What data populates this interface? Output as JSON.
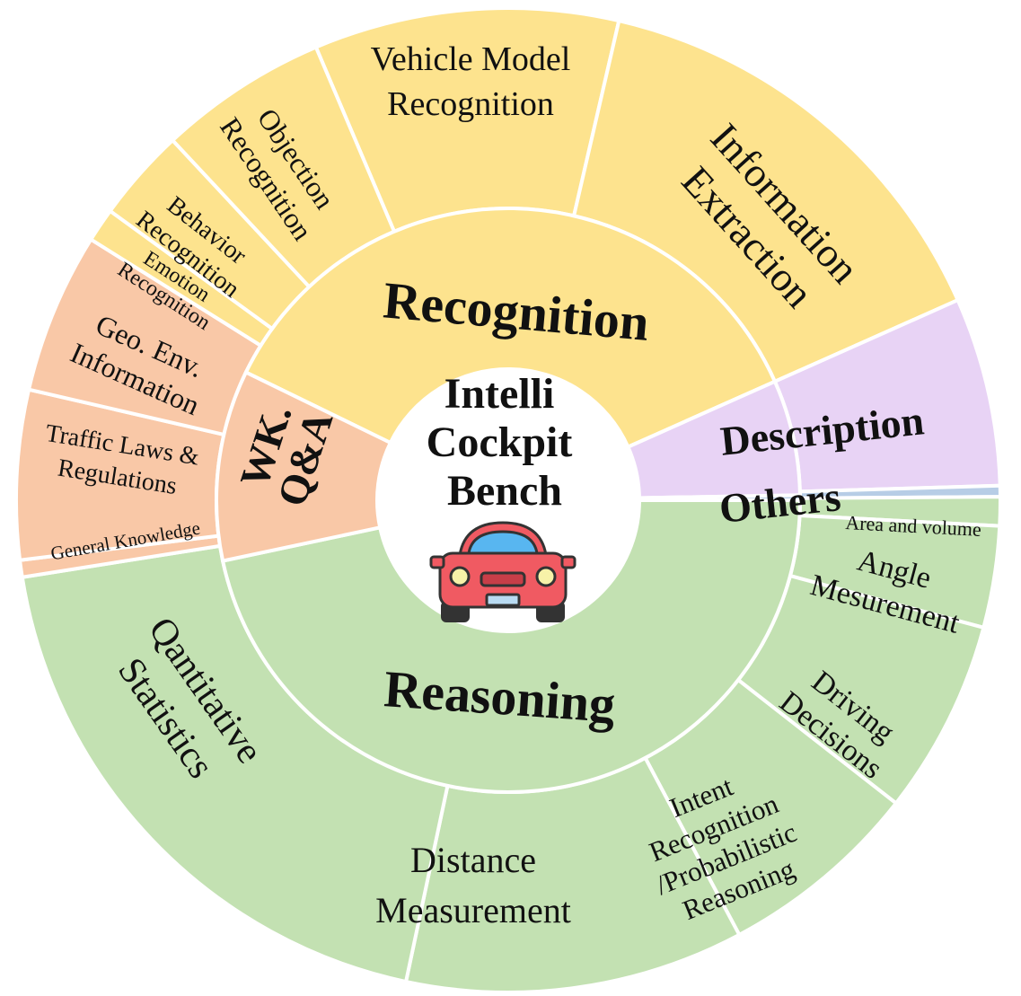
{
  "center": {
    "lines": [
      "Intelli",
      "Cockpit",
      "Bench"
    ],
    "icon": "car-icon"
  },
  "colors": {
    "recognition": "#fde38e",
    "description": "#e8d3f5",
    "others": "#b7cde6",
    "reasoning": "#c3e1b2",
    "knowledge": "#f9c8a7",
    "separator": "#ffffff",
    "car_body": "#f05a62",
    "car_window": "#58b6f0",
    "car_dark": "#333333"
  },
  "inner_ring": [
    {
      "id": "recognition",
      "lines": [
        "Recognition"
      ],
      "color_key": "recognition"
    },
    {
      "id": "description",
      "lines": [
        "Description"
      ],
      "color_key": "description"
    },
    {
      "id": "others",
      "lines": [
        "Others"
      ],
      "color_key": "others"
    },
    {
      "id": "reasoning",
      "lines": [
        "Reasoning"
      ],
      "color_key": "reasoning"
    },
    {
      "id": "wk-qa",
      "lines": [
        "WK.",
        "Q&A"
      ],
      "color_key": "knowledge"
    }
  ],
  "outer_ring": [
    {
      "id": "vehicle-model-recognition",
      "lines": [
        "Vehicle Model",
        "Recognition"
      ],
      "color_key": "recognition"
    },
    {
      "id": "information-extraction",
      "lines": [
        "Information",
        "Extraction"
      ],
      "color_key": "recognition"
    },
    {
      "id": "description-outer",
      "lines": [],
      "color_key": "description"
    },
    {
      "id": "others-outer",
      "lines": [],
      "color_key": "others"
    },
    {
      "id": "area-and-volume",
      "lines": [
        "Area and volume"
      ],
      "color_key": "reasoning"
    },
    {
      "id": "angle-measurement",
      "lines": [
        "Angle",
        "Mesurement"
      ],
      "color_key": "reasoning"
    },
    {
      "id": "driving-decisions",
      "lines": [
        "Driving",
        "Decisions"
      ],
      "color_key": "reasoning"
    },
    {
      "id": "intent-recognition",
      "lines": [
        "Intent",
        "Recognition",
        "/Probabilistic",
        "Reasoning"
      ],
      "color_key": "reasoning"
    },
    {
      "id": "distance-measurement",
      "lines": [
        "Distance",
        "Measurement"
      ],
      "color_key": "reasoning"
    },
    {
      "id": "quantitative-statistics",
      "lines": [
        "Qantitative",
        "Statistics"
      ],
      "color_key": "reasoning"
    },
    {
      "id": "general-knowledge",
      "lines": [
        "General Knowledge"
      ],
      "color_key": "knowledge"
    },
    {
      "id": "traffic-laws",
      "lines": [
        "Traffic Laws &",
        "Regulations"
      ],
      "color_key": "knowledge"
    },
    {
      "id": "geo-env-information",
      "lines": [
        "Geo. Env.",
        "Information"
      ],
      "color_key": "knowledge"
    },
    {
      "id": "emotion-recognition",
      "lines": [
        "Emotion",
        "Recognition"
      ],
      "color_key": "recognition"
    },
    {
      "id": "behavior-recognition",
      "lines": [
        "Behavior",
        "Recognition"
      ],
      "color_key": "recognition"
    },
    {
      "id": "objection-recognition",
      "lines": [
        "Objection",
        "Recognition"
      ],
      "color_key": "recognition"
    }
  ]
}
